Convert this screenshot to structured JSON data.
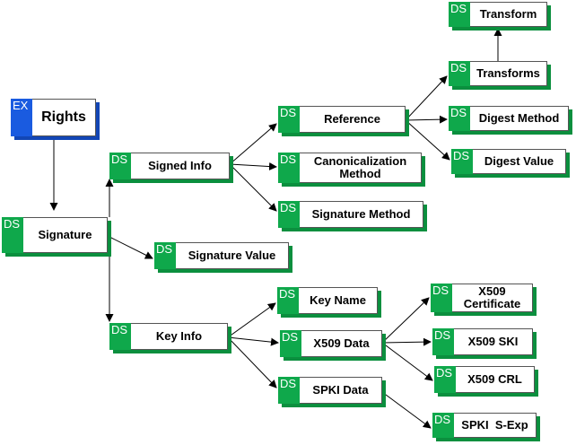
{
  "colors": {
    "ds": "#0fa84b",
    "ex": "#1a5be0"
  },
  "nodes": [
    {
      "id": "rights",
      "tag": "EX",
      "label": "Rights"
    },
    {
      "id": "signature",
      "tag": "DS",
      "label": "Signature"
    },
    {
      "id": "signed-info",
      "tag": "DS",
      "label": "Signed Info"
    },
    {
      "id": "signature-value",
      "tag": "DS",
      "label": "Signature Value"
    },
    {
      "id": "key-info",
      "tag": "DS",
      "label": "Key Info"
    },
    {
      "id": "reference",
      "tag": "DS",
      "label": "Reference"
    },
    {
      "id": "canonicalization",
      "tag": "DS",
      "label": "Canonicalization\nMethod"
    },
    {
      "id": "signature-method",
      "tag": "DS",
      "label": "Signature Method"
    },
    {
      "id": "transform",
      "tag": "DS",
      "label": "Transform"
    },
    {
      "id": "transforms",
      "tag": "DS",
      "label": "Transforms"
    },
    {
      "id": "digest-method",
      "tag": "DS",
      "label": "Digest Method"
    },
    {
      "id": "digest-value",
      "tag": "DS",
      "label": "Digest Value"
    },
    {
      "id": "key-name",
      "tag": "DS",
      "label": "Key Name"
    },
    {
      "id": "x509-data",
      "tag": "DS",
      "label": "X509 Data"
    },
    {
      "id": "spki-data",
      "tag": "DS",
      "label": "SPKI Data"
    },
    {
      "id": "x509-certificate",
      "tag": "DS",
      "label": "X509\nCertificate"
    },
    {
      "id": "x509-ski",
      "tag": "DS",
      "label": "X509 SKI"
    },
    {
      "id": "x509-crl",
      "tag": "DS",
      "label": "X509 CRL"
    },
    {
      "id": "spki-sexp",
      "tag": "DS",
      "label": "SPKI  S-Exp"
    }
  ]
}
